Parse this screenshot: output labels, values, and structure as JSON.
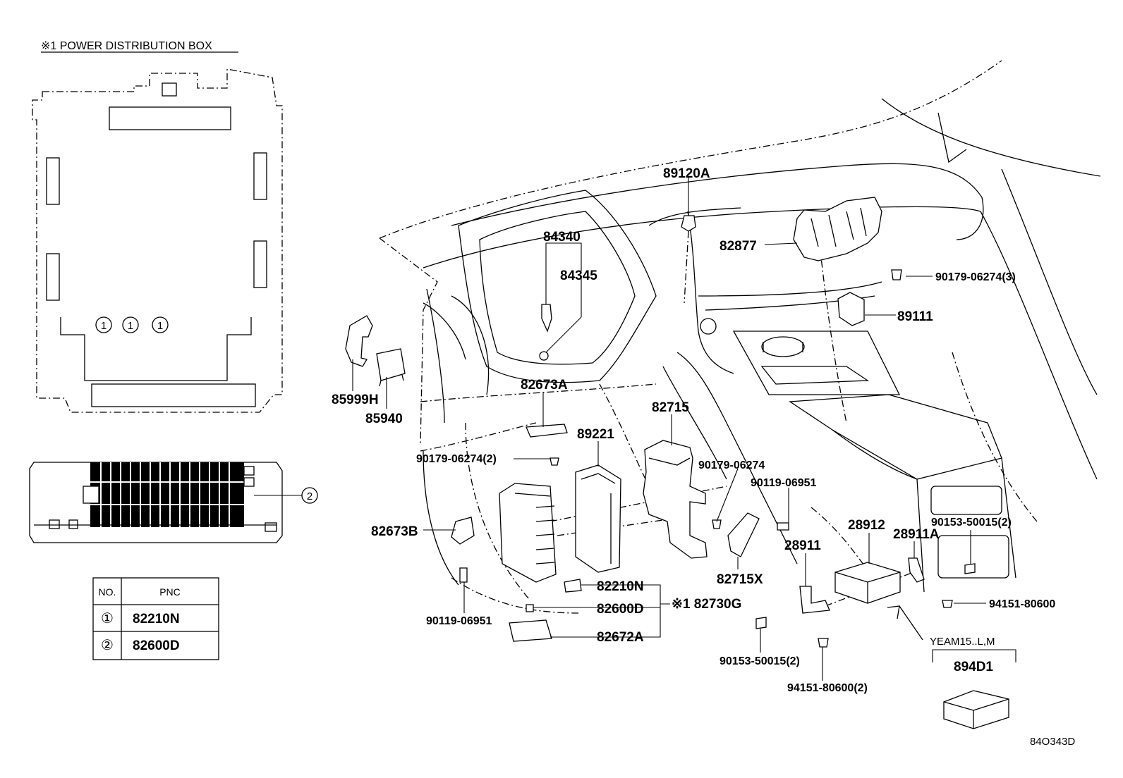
{
  "title": "※1  POWER DISTRIBUTION BOX",
  "diagram_code": "84O343D",
  "table": {
    "headers": [
      "NO.",
      "PNC"
    ],
    "rows": [
      {
        "no": "①",
        "pnc": "82210N"
      },
      {
        "no": "②",
        "pnc": "82600D"
      }
    ]
  },
  "callouts": {
    "c1": "1",
    "c2": "2"
  },
  "parts": {
    "p89120A": "89120A",
    "p82877": "82877",
    "p9017906274_3": "90179-06274(3)",
    "p89111": "89111",
    "p84340": "84340",
    "p84345": "84345",
    "p85999H": "85999H",
    "p85940": "85940",
    "p82673A": "82673A",
    "p9017906274_2": "90179-06274(2)",
    "p89221": "89221",
    "p82715": "82715",
    "p9017906274": "90179-06274",
    "p9011906951_r": "90119-06951",
    "p82673B": "82673B",
    "p82210N": "82210N",
    "p82600D": "82600D",
    "p82730G": "※1 82730G",
    "p82672A": "82672A",
    "p9011906951_l": "90119-06951",
    "p82715X": "82715X",
    "p28911": "28911",
    "p28912": "28912",
    "p28911A": "28911A",
    "p9015350015_2r": "90153-50015(2)",
    "p9415180600": "94151-80600",
    "p9015350015_2l": "90153-50015(2)",
    "p9415180600_2": "94151-80600(2)",
    "yeam": "YEAM15..L,M",
    "p894D1": "894D1"
  }
}
